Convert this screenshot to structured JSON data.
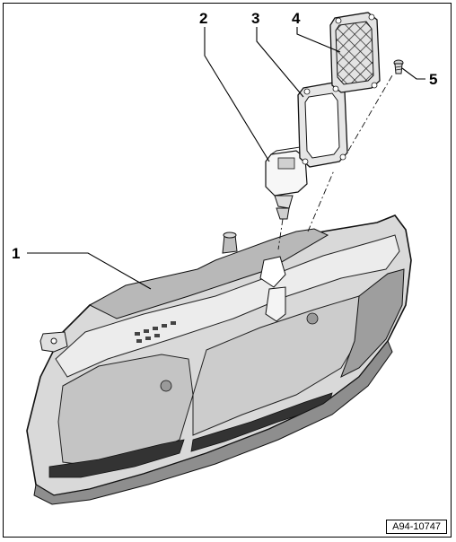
{
  "callouts": [
    {
      "id": "1",
      "label": "1"
    },
    {
      "id": "2",
      "label": "2"
    },
    {
      "id": "3",
      "label": "3"
    },
    {
      "id": "4",
      "label": "4"
    },
    {
      "id": "5",
      "label": "5"
    }
  ],
  "reference_number": "A94-10747"
}
